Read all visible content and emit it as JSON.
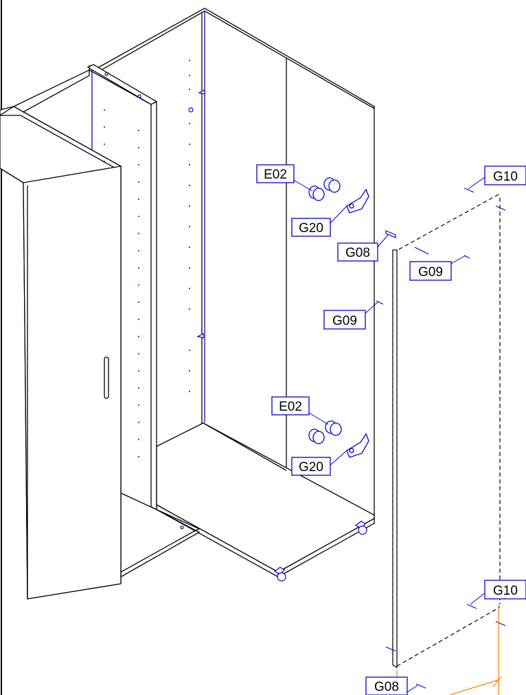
{
  "callouts": {
    "e02_top": {
      "text": "E02"
    },
    "g20_top": {
      "text": "G20"
    },
    "g08_top": {
      "text": "G08"
    },
    "g09_mid": {
      "text": "G09"
    },
    "g09_right": {
      "text": "G09"
    },
    "g10_top": {
      "text": "G10"
    },
    "e02_bottom": {
      "text": "E02"
    },
    "g20_bottom": {
      "text": "G20"
    },
    "g10_bottom": {
      "text": "G10"
    },
    "g08_bottom": {
      "text": "G08"
    }
  },
  "colors": {
    "outline": "#000000",
    "hardware": "#0000cc",
    "callout_border": "#0000cc",
    "guide": "#ff7f00"
  }
}
